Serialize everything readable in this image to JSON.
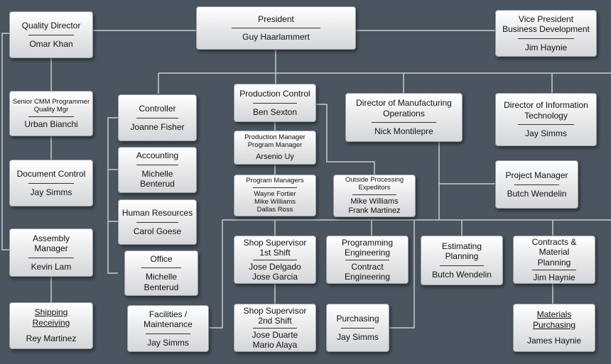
{
  "nodes": {
    "president": {
      "title": "President",
      "name": "Guy Haarlammert"
    },
    "quality_director": {
      "title": "Quality Director",
      "name": "Omar Khan"
    },
    "vp_business_dev": {
      "title": "Vice President\nBusiness Development",
      "name": "Jim Haynie"
    },
    "senior_cmm": {
      "title": "Senior CMM Programmer\nQuality Mgr",
      "name": "Urban Bianchi"
    },
    "document_control": {
      "title": "Document Control",
      "name": "Jay Simms"
    },
    "assembly_manager": {
      "title": "Assembly\nManager",
      "name": "Kevin Lam"
    },
    "shipping_receiving": {
      "title": "Shipping\nReceiving",
      "name": "Rey Martinez"
    },
    "controller": {
      "title": "Controller",
      "name": "Joanne Fisher"
    },
    "accounting": {
      "title": "Accounting",
      "name": "Michelle\nBenterud"
    },
    "human_resources": {
      "title": "Human Resources",
      "name": "Carol Goese"
    },
    "office": {
      "title": "Office",
      "name": "Michelle\nBenterud"
    },
    "facilities": {
      "title": "Facilities /\nMaintenance",
      "name": "Jay Simms"
    },
    "production_control": {
      "title": "Production Control",
      "name": "Ben Sexton"
    },
    "production_manager": {
      "title": "Production Manager\nProgram Manager",
      "name": "Arsenio Uy"
    },
    "program_managers": {
      "title": "Program Managers",
      "name": "Wayne Fortier\nMike Williams\nDallas Ross"
    },
    "outside_processing": {
      "title": "Outside Processing\nExpeditors",
      "name": "Mike Williams\nFrank Martinez"
    },
    "dir_manufacturing": {
      "title": "Director of Manufacturing\nOperations",
      "name": "Nick Montilepre"
    },
    "dir_it": {
      "title": "Director of Information\nTechnology",
      "name": "Jay Simms"
    },
    "project_manager": {
      "title": "Project Manager",
      "name": "Butch Wendelin"
    },
    "shop_sup_1": {
      "title": "Shop Supervisor\n1st Shift",
      "name": "Jose Delgado\nJose Garcia"
    },
    "shop_sup_2": {
      "title": "Shop Supervisor\n2nd Shift",
      "name": "Jose Duarte\nMario Alaya"
    },
    "programming_eng": {
      "title": "Programming\nEngineering",
      "name": "Contract\nEngineering"
    },
    "purchasing": {
      "title": "Purchasing",
      "name": "Jay Simms"
    },
    "estimating": {
      "title": "Estimating\nPlanning",
      "name": "Butch Wendelin"
    },
    "contracts_material": {
      "title": "Contracts & Material\nPlanning",
      "name": "Jim Haynie"
    },
    "materials_purchasing": {
      "title": "Materials\nPurchasing",
      "name": "James Haynie"
    }
  },
  "colors": {
    "background": "#4a555f",
    "connector": "#c8ccd0",
    "box_top": "#ffffff",
    "box_bottom": "#d4d7da"
  }
}
